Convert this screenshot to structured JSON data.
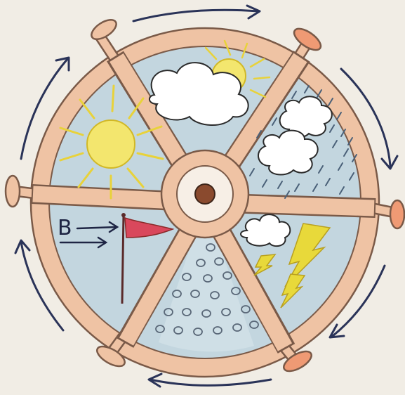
{
  "drawing": {
    "subject": "weather-wheel",
    "sectors": [
      {
        "id": "sun-behind-cloud",
        "icon": "partly-cloudy-icon"
      },
      {
        "id": "rain",
        "icon": "rain-cloud-icon"
      },
      {
        "id": "thunderstorm",
        "icon": "lightning-icon"
      },
      {
        "id": "hail",
        "icon": "hail-icon"
      },
      {
        "id": "wind",
        "icon": "wind-flag-icon",
        "label": "B"
      },
      {
        "id": "sunny",
        "icon": "sun-icon"
      }
    ],
    "rotation_arrows": 6
  },
  "colors": {
    "paper": "#f1ede5",
    "wheel_wood": "#efc3a4",
    "wood_outline": "#7a5a48",
    "sky_fill": "#c3d6df",
    "center_disc": "#f7efe6",
    "hub": "#8a4a2e",
    "sun": "#f3e66e",
    "sun_rays": "#e8d23a",
    "flag": "#d9485c",
    "arrows": "#2a3358",
    "rain": "#4a6078",
    "lightning": "#e8d93a"
  }
}
